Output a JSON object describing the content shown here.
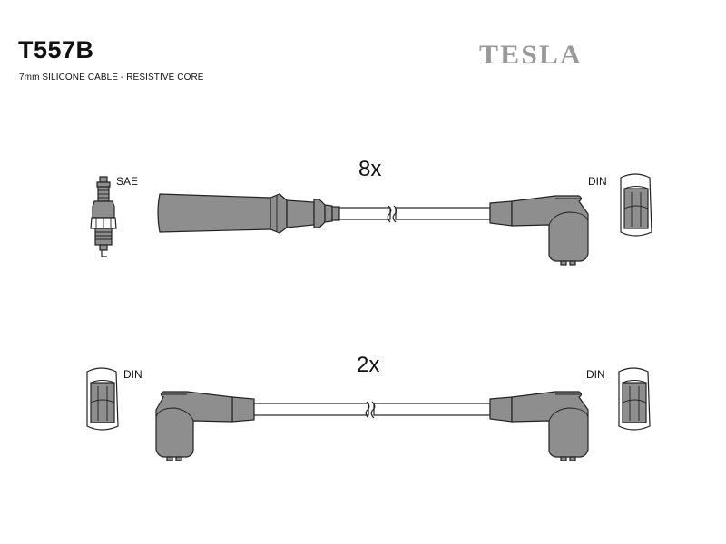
{
  "header": {
    "part_number": "T557B",
    "description": "7mm SILICONE CABLE - RESISTIVE CORE",
    "brand": "TESLA"
  },
  "top_set": {
    "quantity": "8x",
    "left_terminal_label": "SAE",
    "right_terminal_label": "DIN"
  },
  "bottom_set": {
    "quantity": "2x",
    "left_terminal_label": "DIN",
    "right_terminal_label": "DIN"
  },
  "icons": [
    "spark-plug-icon",
    "din-terminal-icon"
  ]
}
